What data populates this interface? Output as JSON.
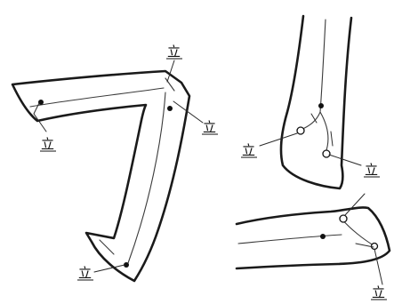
{
  "labels": {
    "left_top": "立",
    "left_right": "立",
    "left_left": "立",
    "left_bottom": "立",
    "upper_right_mid": "立",
    "upper_right_right": "立",
    "lower_right": "立"
  },
  "colors": {
    "ink": "#1a1a1a",
    "paper": "#ffffff"
  }
}
